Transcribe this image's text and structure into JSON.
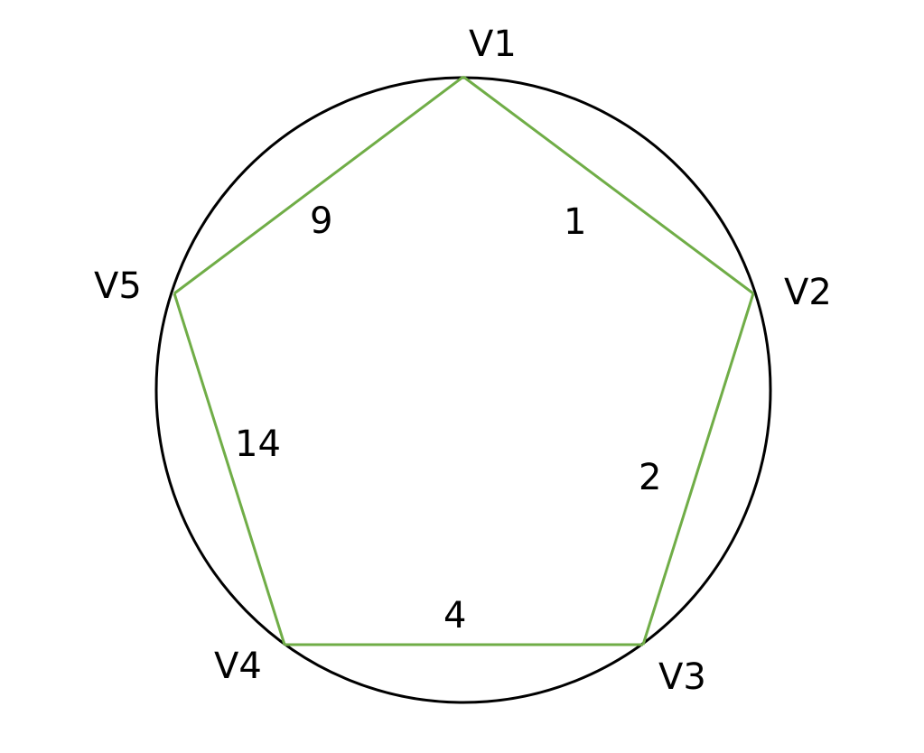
{
  "vertices": [
    {
      "id": "V1",
      "label": "V1"
    },
    {
      "id": "V2",
      "label": "V2"
    },
    {
      "id": "V3",
      "label": "V3"
    },
    {
      "id": "V4",
      "label": "V4"
    },
    {
      "id": "V5",
      "label": "V5"
    }
  ],
  "edges": [
    {
      "from": "V1",
      "to": "V2",
      "weight": "1"
    },
    {
      "from": "V2",
      "to": "V3",
      "weight": "2"
    },
    {
      "from": "V3",
      "to": "V4",
      "weight": "4"
    },
    {
      "from": "V4",
      "to": "V5",
      "weight": "14"
    },
    {
      "from": "V5",
      "to": "V1",
      "weight": "9"
    }
  ],
  "colors": {
    "circle": "#000000",
    "pentagon": "#70AD47",
    "text": "#000000"
  }
}
